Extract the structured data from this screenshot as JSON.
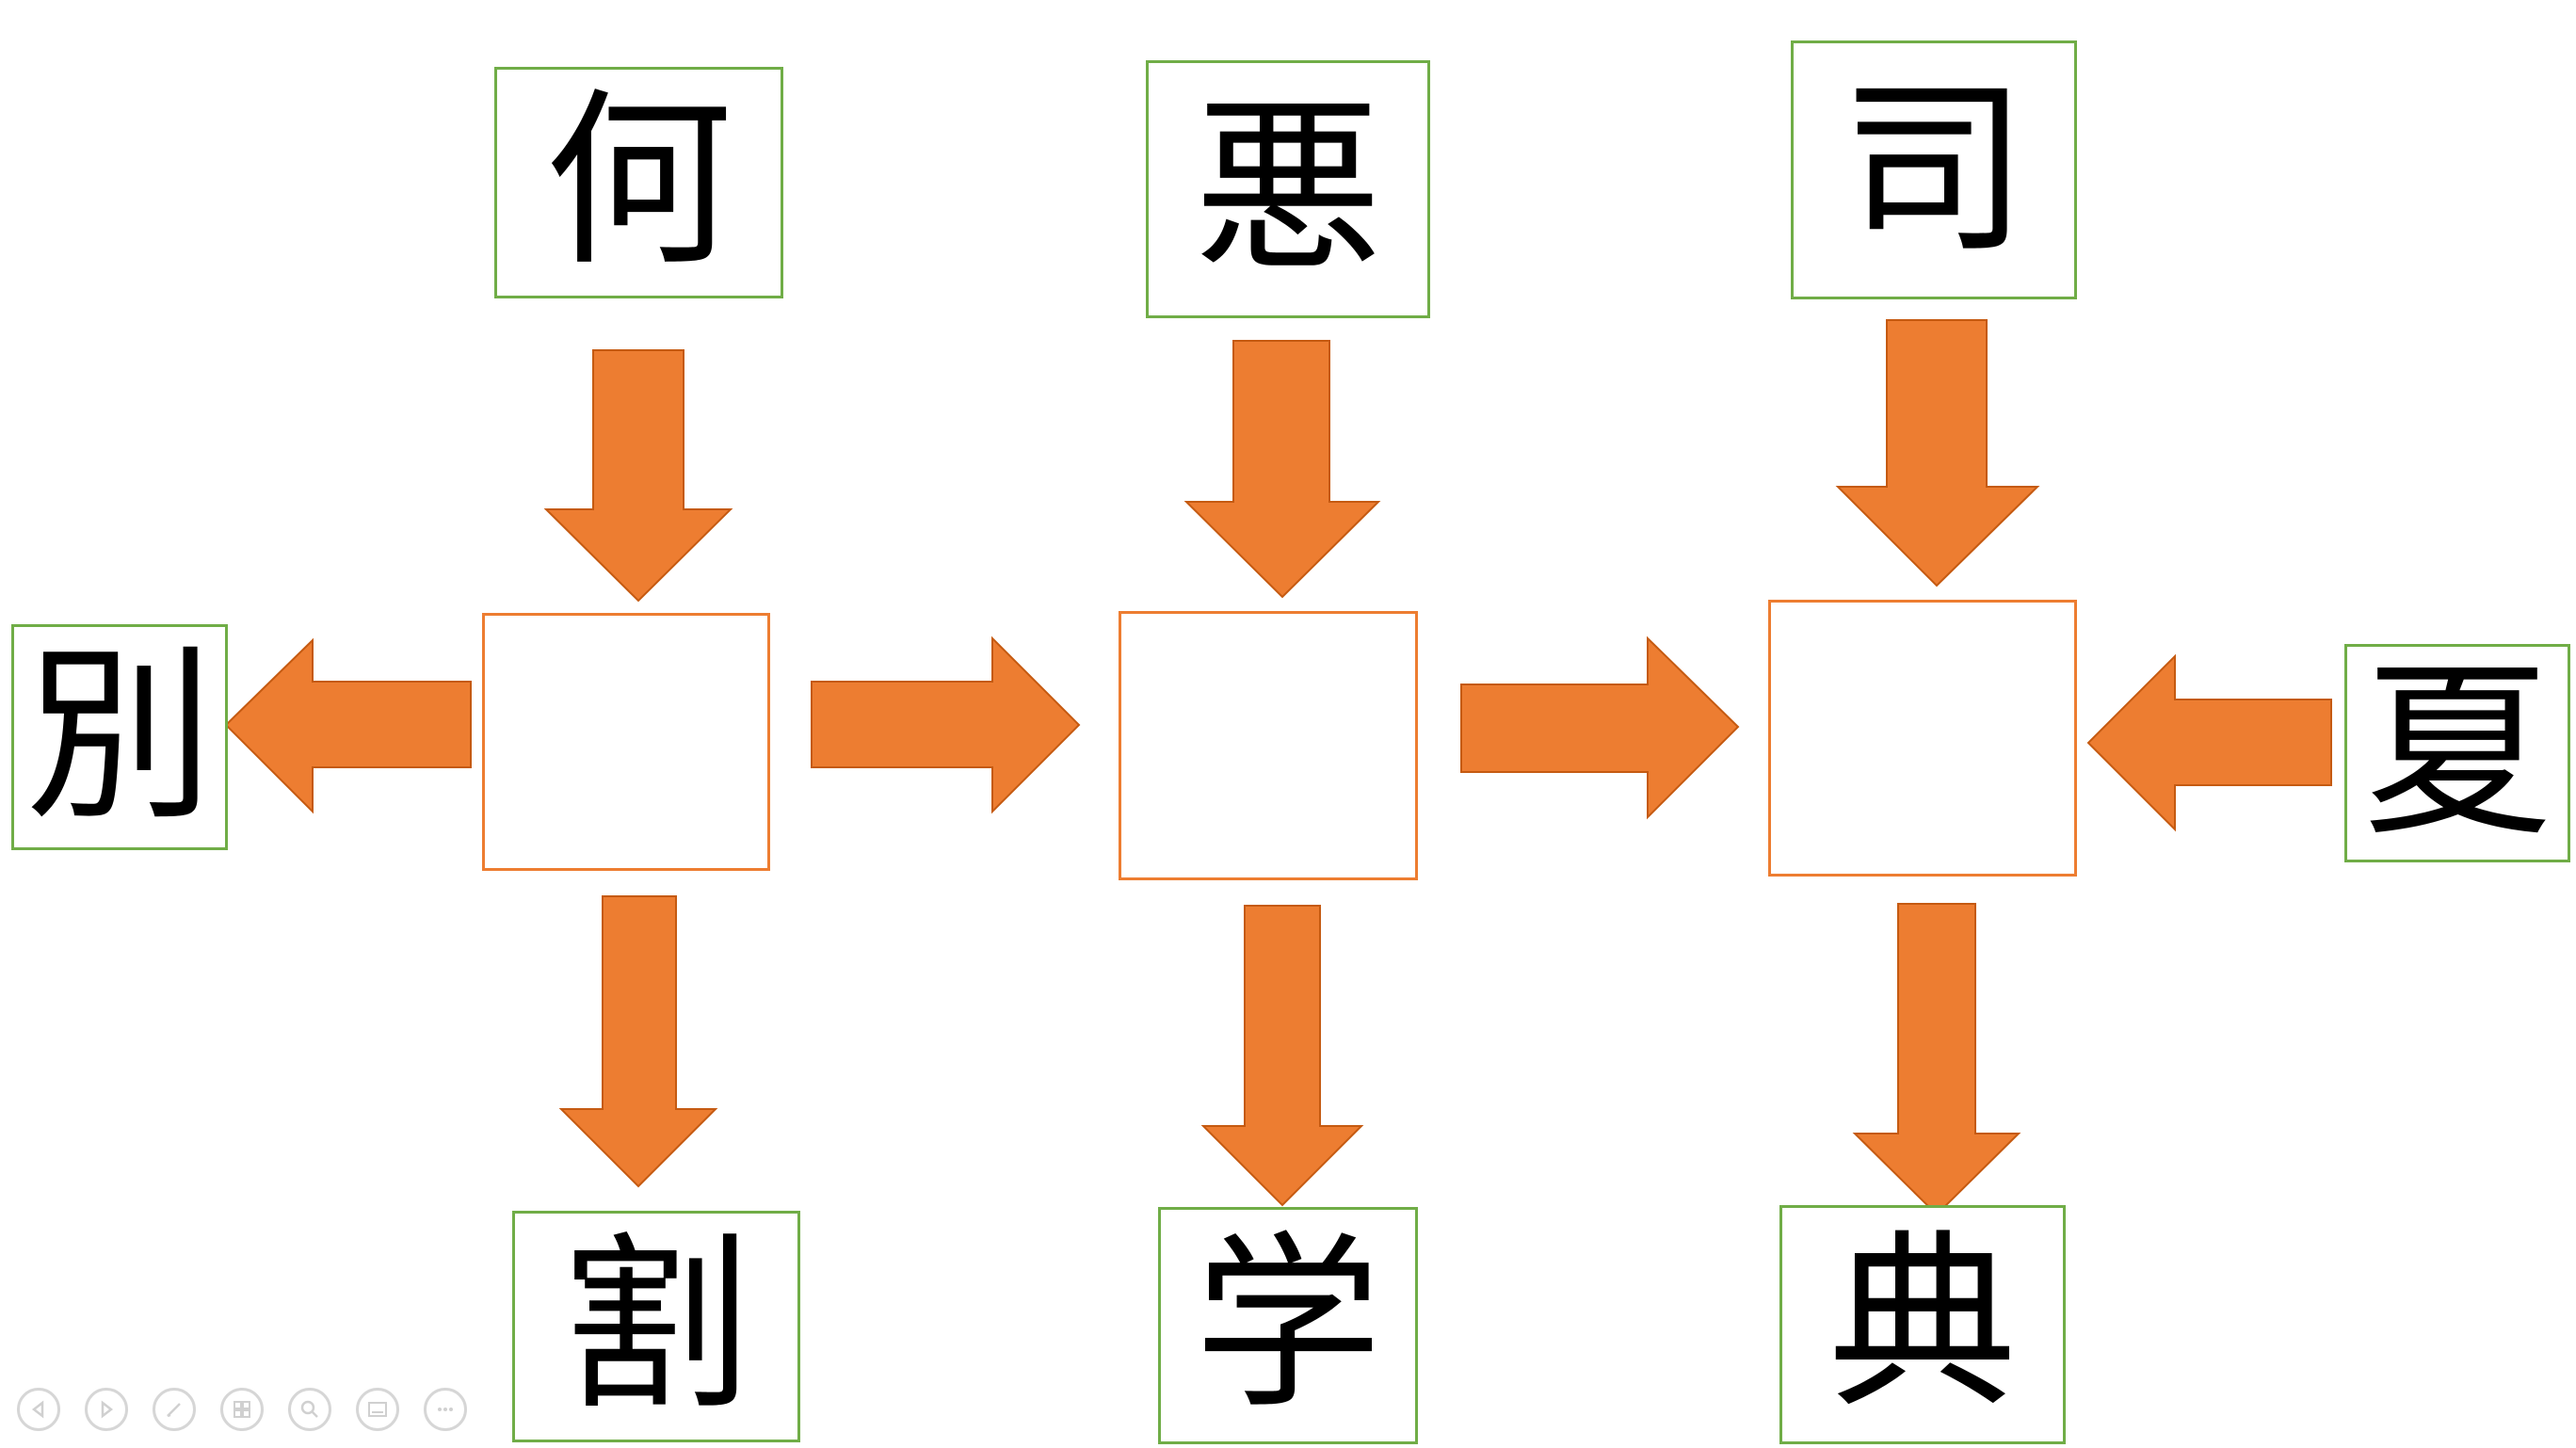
{
  "colors": {
    "arrow": "#ed7d31",
    "arrow_stroke": "#c55a11",
    "char_border": "#70ad47",
    "blank_border": "#ed7d31"
  },
  "characters": {
    "top_left": "何",
    "top_mid": "悪",
    "top_right": "司",
    "left": "別",
    "right": "夏",
    "bottom_left": "割",
    "bottom_mid": "学",
    "bottom_right": "典"
  },
  "toolbar_icons": [
    "prev-icon",
    "next-icon",
    "pen-icon",
    "grid-icon",
    "zoom-icon",
    "subtitle-icon",
    "more-icon"
  ]
}
